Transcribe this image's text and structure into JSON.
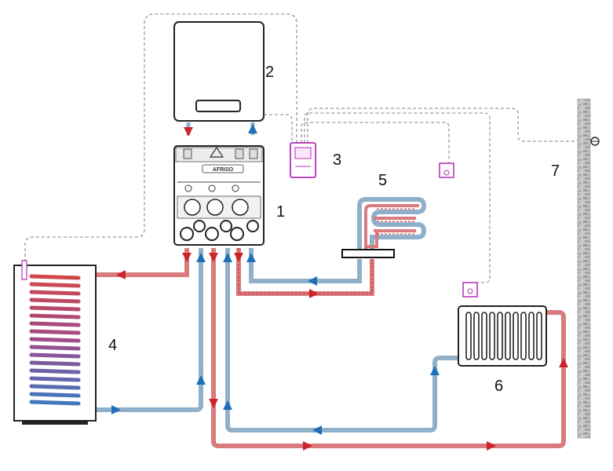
{
  "labels": {
    "hub": "1",
    "boiler": "2",
    "controller": "3",
    "storage_tank": "4",
    "floor_heating": "5",
    "radiator": "6",
    "outdoor_sensor": "7"
  },
  "hub_brand": "AFRISO",
  "colors": {
    "supply": "#c9252b",
    "return": "#1f6fb8",
    "supply_pipe": "#d86a6e",
    "return_pipe": "#8fb0c8",
    "signal": "#9a9a9a",
    "controller": "#b12fb5"
  }
}
